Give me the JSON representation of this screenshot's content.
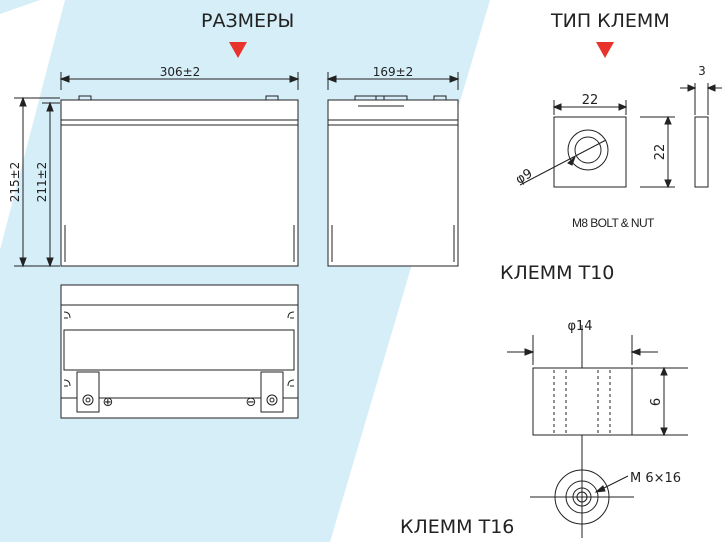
{
  "labels": {
    "dimensions_title": "РАЗМЕРЫ",
    "terminal_type_title": "ТИП КЛЕММ",
    "terminal_t10": "КЛЕММ Т10",
    "terminal_t16": "КЛЕММ Т16",
    "bolt_nut": "M8 BOLT & NUT"
  },
  "dimensions": {
    "length": "306±2",
    "width": "169±2",
    "total_height": "215±2",
    "container_height": "211±2"
  },
  "terminal_bolt": {
    "width": "22",
    "height": "22",
    "hole_diameter": "φ9",
    "thickness": "3"
  },
  "terminal_t16_spec": {
    "diameter": "φ14",
    "height": "6",
    "thread": "M 6×16"
  },
  "polarity": {
    "positive": "⊕",
    "negative": "⊖"
  },
  "colors": {
    "background_stripe": "#d5eef8",
    "marker": "#e8332c",
    "line": "#222222"
  }
}
